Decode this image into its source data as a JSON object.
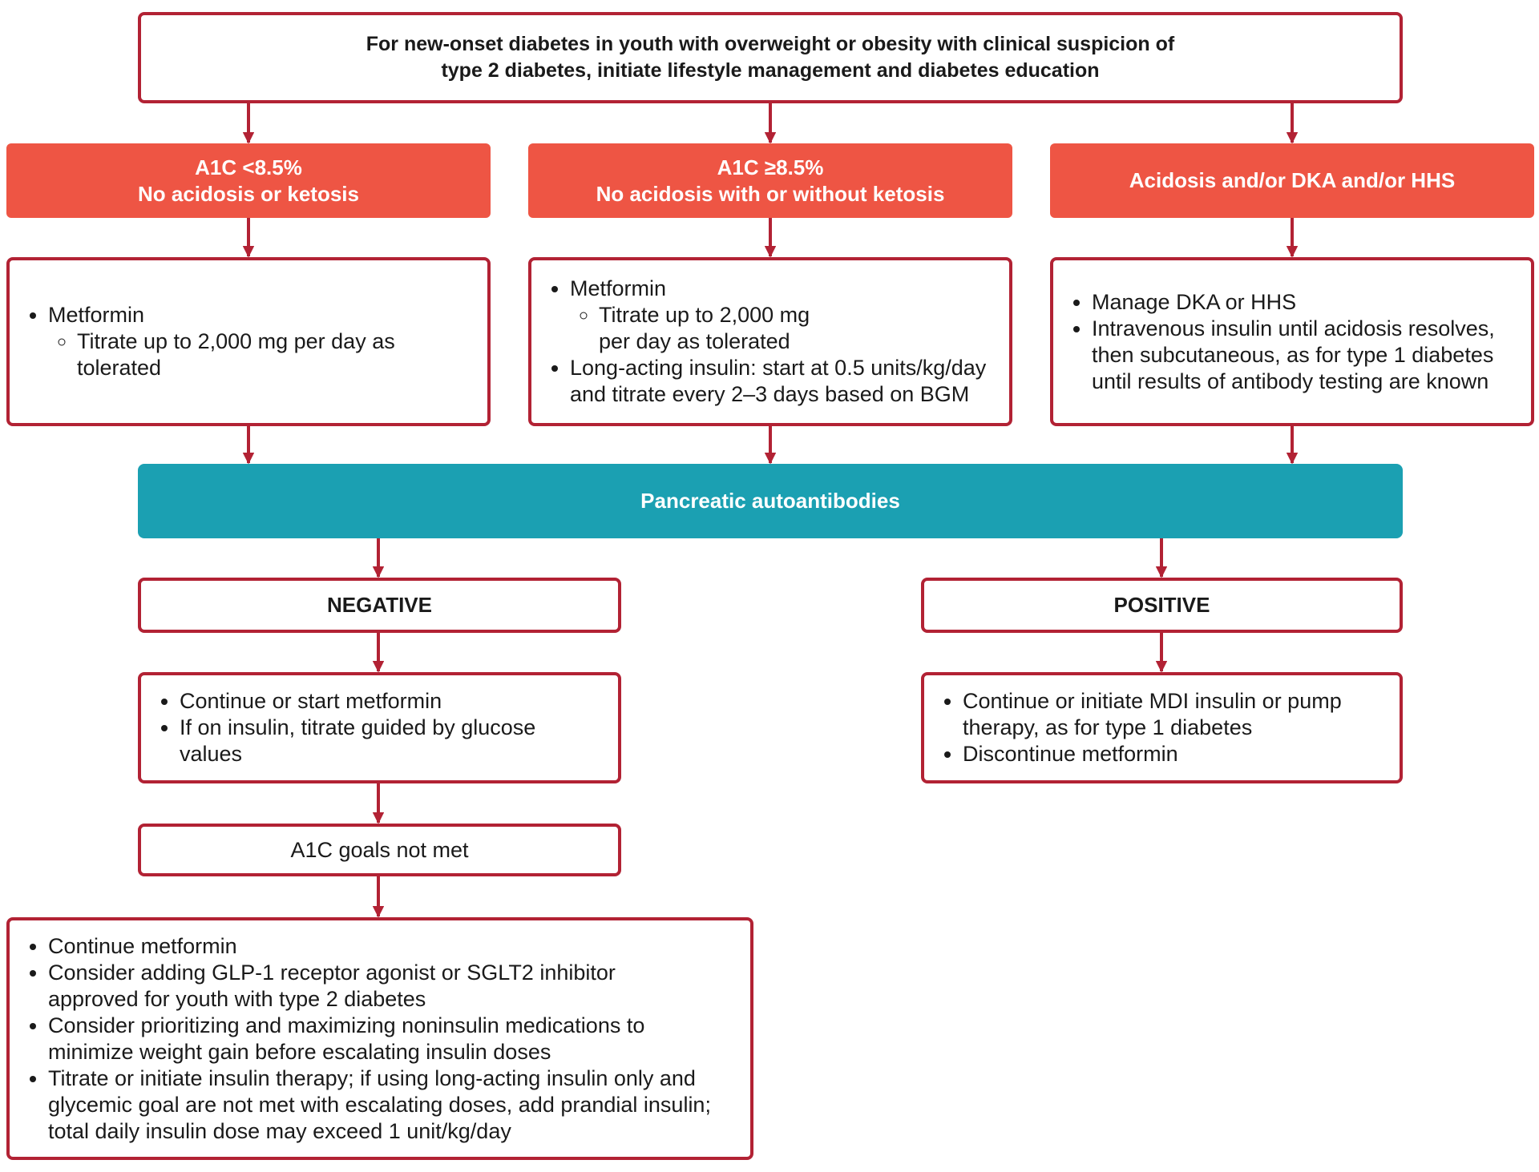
{
  "header": {
    "line1": "For new-onset diabetes in youth with overweight or obesity with clinical suspicion of",
    "line2": "type 2 diabetes, initiate lifestyle management and diabetes education"
  },
  "branches": {
    "left": {
      "title1": "A1C <8.5%",
      "title2": "No acidosis or ketosis",
      "items": {
        "metformin": "Metformin",
        "titrate": "Titrate up to 2,000 mg per day as tolerated"
      }
    },
    "middle": {
      "title1": "A1C ≥8.5%",
      "title2": "No acidosis with or without ketosis",
      "items": {
        "metformin": "Metformin",
        "titrate": "Titrate up to 2,000 mg per day as tolerated",
        "insulin": "Long-acting insulin: start at 0.5 units/kg/day and titrate every 2–3 days based on BGM"
      }
    },
    "right": {
      "title": "Acidosis and/or DKA and/or HHS",
      "items": {
        "manage": "Manage DKA or HHS",
        "iv": "Intravenous insulin until acidosis resolves, then subcutaneous, as for type 1 diabetes until results of antibody testing are known"
      }
    }
  },
  "autoantibodies": {
    "label": "Pancreatic autoantibodies"
  },
  "negative": {
    "label": "NEGATIVE",
    "items": {
      "continue": "Continue or start metformin",
      "insulin": "If on insulin, titrate guided by glucose values"
    },
    "goals_label": "A1C goals not met",
    "escalation": {
      "continue": "Continue metformin",
      "glp1": "Consider adding GLP-1 receptor agonist or SGLT2 inhibitor approved for youth with type 2 diabetes",
      "prioritize": "Consider prioritizing and maximizing noninsulin medications to minimize weight gain before escalating insulin doses",
      "titrate": "Titrate or initiate insulin therapy; if using long-acting insulin only and glycemic goal are not met with escalating doses, add prandial insulin; total daily insulin dose may exceed 1 unit/kg/day"
    }
  },
  "positive": {
    "label": "POSITIVE",
    "items": {
      "mdi": "Continue or initiate MDI insulin or pump therapy, as for type 1 diabetes",
      "discontinue": "Discontinue metformin"
    }
  },
  "colors": {
    "border": "#b22234",
    "arrow": "#b22234",
    "header_fill": "#ee5544",
    "autoantibody_fill": "#1ba0b2"
  }
}
